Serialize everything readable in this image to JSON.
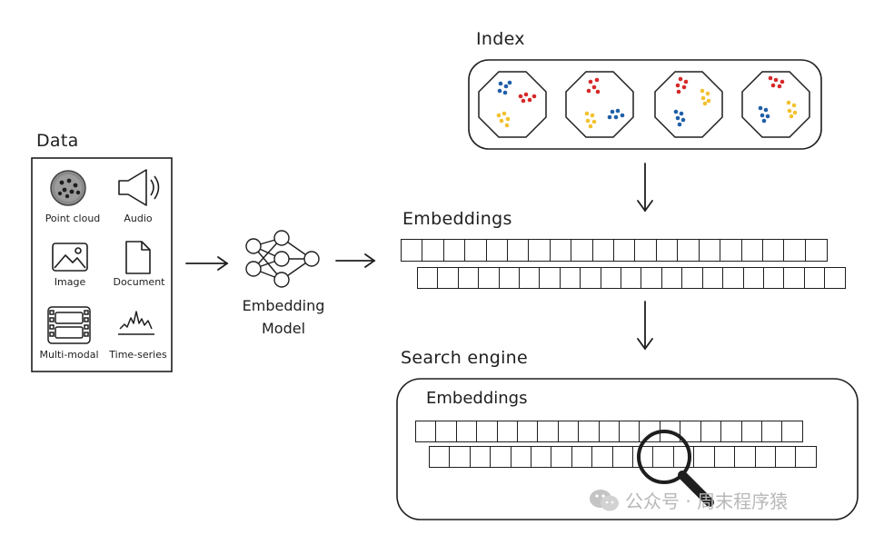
{
  "data_panel": {
    "title": "Data",
    "items": [
      {
        "label": "Point cloud",
        "icon": "point-cloud-icon"
      },
      {
        "label": "Audio",
        "icon": "audio-icon"
      },
      {
        "label": "Image",
        "icon": "image-icon"
      },
      {
        "label": "Document",
        "icon": "document-icon"
      },
      {
        "label": "Multi-modal",
        "icon": "multi-modal-icon"
      },
      {
        "label": "Time-series",
        "icon": "time-series-icon"
      }
    ]
  },
  "model": {
    "line1": "Embedding",
    "line2": "Model",
    "icon": "neural-network-icon"
  },
  "index": {
    "title": "Index",
    "cluster_count": 4,
    "colors": {
      "red": "#d62828",
      "blue": "#1f5fa8",
      "yellow": "#f2c12e"
    }
  },
  "embeddings": {
    "title": "Embeddings",
    "row1_cells": 20,
    "row2_cells": 21
  },
  "search_engine": {
    "title": "Search engine",
    "inner_title": "Embeddings",
    "row1_cells": 19,
    "row2_cells": 19,
    "icon": "magnifier-icon"
  },
  "watermark": {
    "text": "公众号 · 周末程序猿",
    "icon": "wechat-icon"
  }
}
